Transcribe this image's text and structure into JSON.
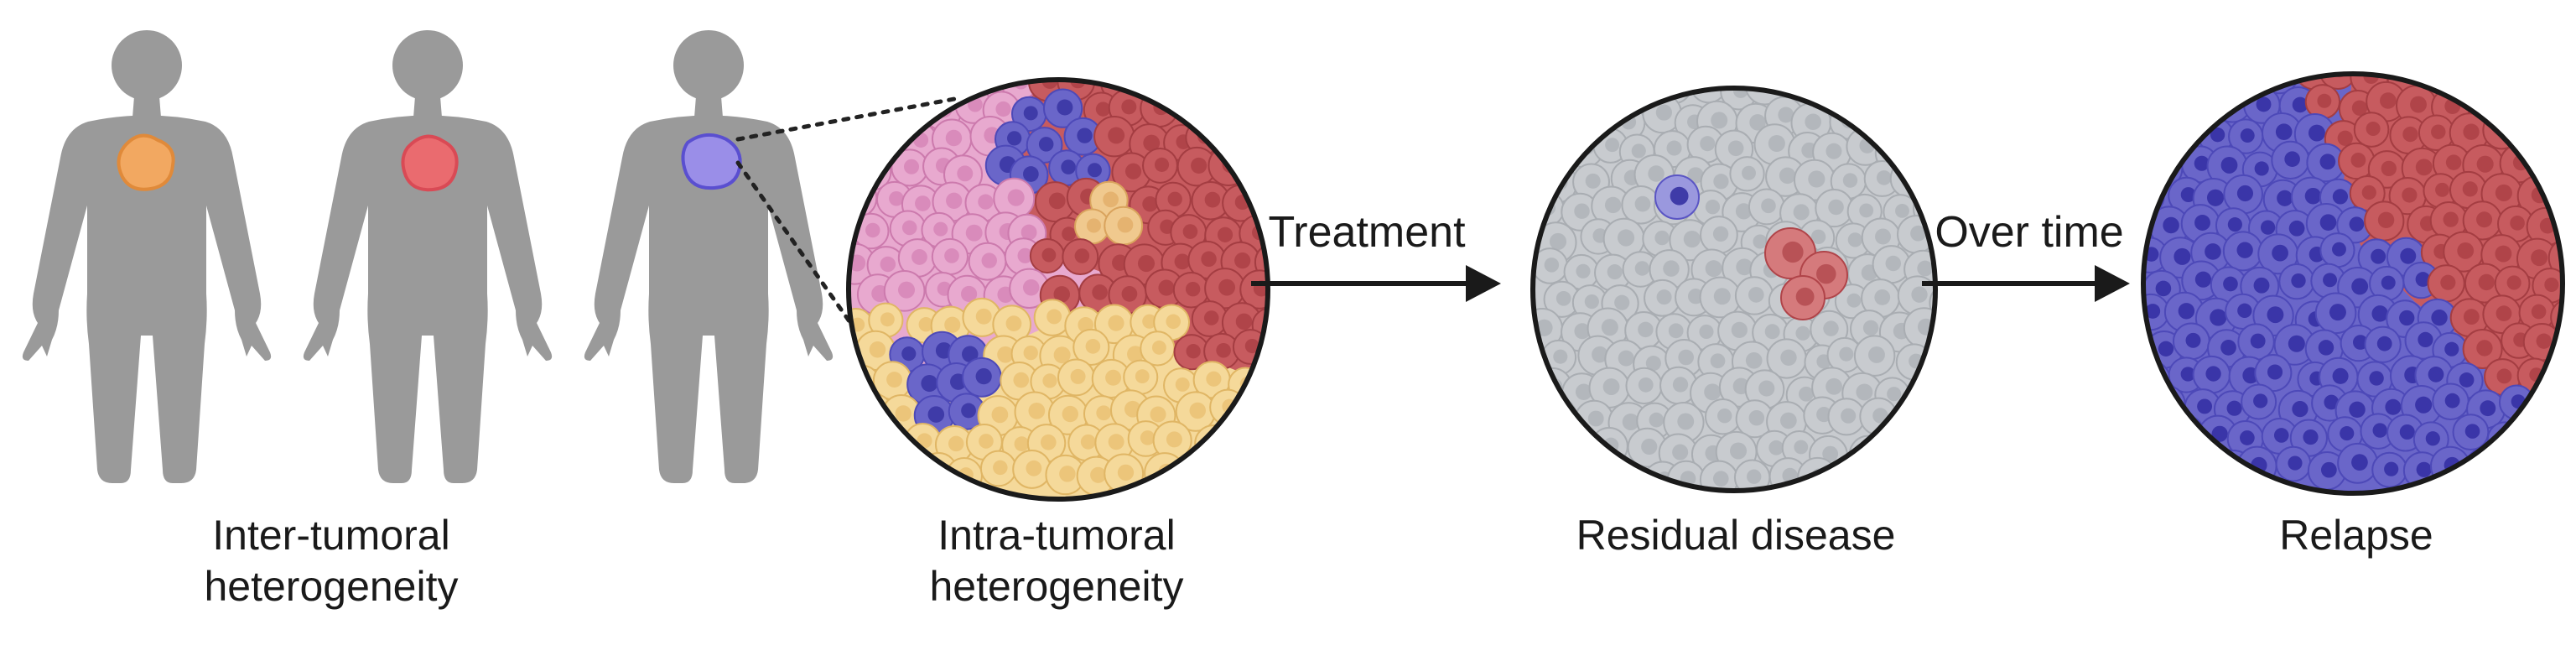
{
  "colors": {
    "body_silhouette": "#9a9a9a",
    "tumor_orange": "#f2a861",
    "tumor_red": "#ea6b6f",
    "tumor_purple": "#9a8ee8",
    "cell_pink": "#e8a9cf",
    "cell_red": "#c75b5f",
    "cell_blue": "#6a66c9",
    "cell_yellow": "#f5d99a",
    "cell_grey": "#c8cbcf",
    "cell_tan": "#f0c98e"
  },
  "figure": {
    "body_captions": [
      "Inter-tumoral\nheterogeneity"
    ],
    "intra_caption": "Intra-tumoral\nheterogeneity",
    "residual_caption": "Residual disease",
    "relapse_caption": "Relapse",
    "arrow_treatment": "Treatment",
    "arrow_over_time": "Over time"
  }
}
